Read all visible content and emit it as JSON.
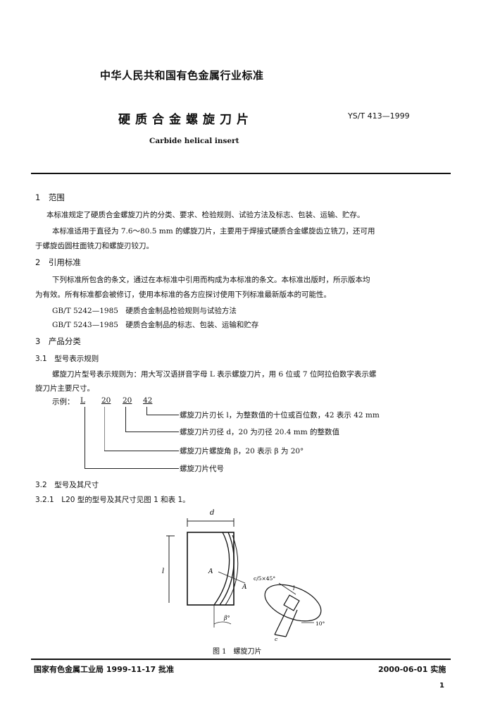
{
  "header": {
    "org": "中华人民共和国有色金属行业标准"
  },
  "title": {
    "cn": "硬质合金螺旋刀片",
    "en": "Carbide helical insert",
    "std_no": "YS/T 413—1999"
  },
  "sections": {
    "s1": {
      "heading": "1　范围",
      "p1": "本标准规定了硬质合金螺旋刀片的分类、要求、检验规则、试验方法及标志、包装、运输、贮存。",
      "p2a": "本标准适用于直径为 7.6～80.5 mm 的螺旋刀片，主要用于焊接式硬质合金螺旋齿立铣刀，还可用",
      "p2b": "于螺旋齿圆柱面铣刀和螺旋刃铰刀。"
    },
    "s2": {
      "heading": "2　引用标准",
      "p1a": "下列标准所包含的条文，通过在本标准中引用而构成为本标准的条文。本标准出版时，所示版本均",
      "p1b": "为有效。所有标准都会被修订，使用本标准的各方应探讨使用下列标准最新版本的可能性。",
      "ref1": "GB/T 5242—1985　硬质合金制品检验规则与试验方法",
      "ref2": "GB/T 5243—1985　硬质合金制品的标志、包装、运输和贮存"
    },
    "s3": {
      "heading": "3　产品分类",
      "s31": "3.1　型号表示规则",
      "p1a": "螺旋刀片型号表示规则为：用大写汉语拼音字母 L 表示螺旋刀片，用 6 位或 7 位阿拉伯数字表示螺",
      "p1b": "旋刀片主要尺寸。",
      "example_label": "示例：",
      "codes": [
        "L",
        "20",
        "20",
        "42"
      ],
      "notes": [
        "螺旋刀片刃长 l，为整数值的十位或百位数，42 表示 42 mm",
        "螺旋刀片刃径 d，20 为刃径 20.4 mm 的整数值",
        "螺旋刀片螺旋角 β，20 表示 β 为 20°",
        "螺旋刀片代号"
      ],
      "s32": "3.2　型号及其尺寸",
      "s321": "3.2.1　L20 型的型号及其尺寸见图 1 和表 1。"
    }
  },
  "figure": {
    "caption": "图 1　螺旋刀片",
    "labels": {
      "d": "d",
      "l": "l",
      "A1": "A",
      "A2": "A",
      "beta": "β°",
      "chamfer": "c/5×45°",
      "angle": "10°",
      "c": "c",
      "l2": "l"
    }
  },
  "footer": {
    "left": "国家有色金属工业局 1999-11-17 批准",
    "right": "2000-06-01 实施",
    "page": "1"
  }
}
